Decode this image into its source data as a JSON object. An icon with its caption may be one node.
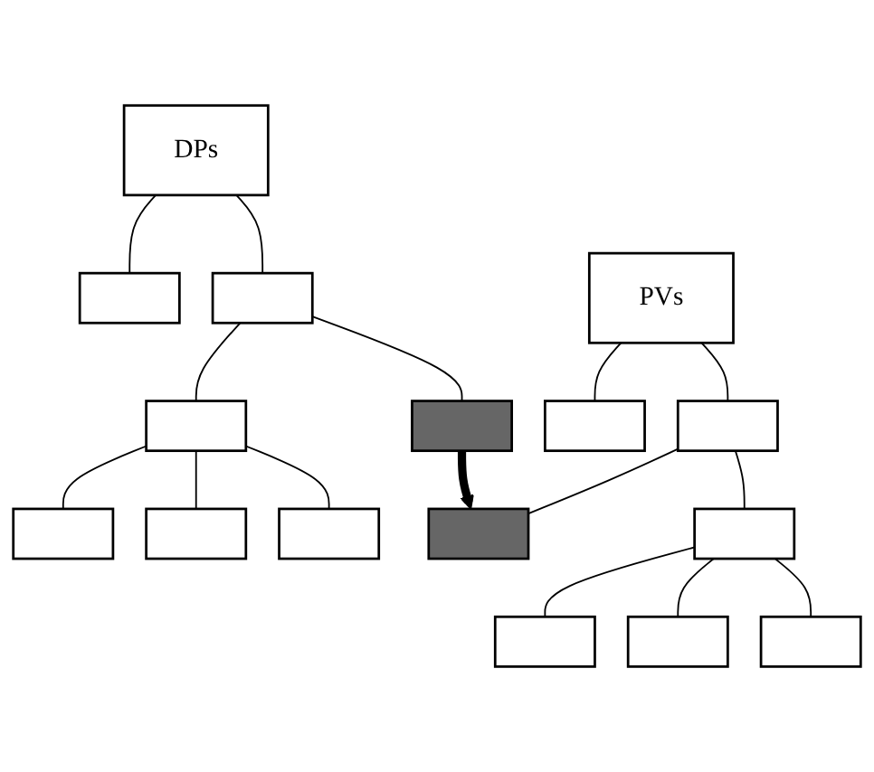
{
  "diagram": {
    "nodes": [
      {
        "text": [
          "DPs"
        ]
      },
      {
        "text": [],
        "shape": "box"
      },
      {
        "text": [],
        "shape": "box"
      },
      {
        "text": [],
        "shape": "box"
      },
      {
        "text": [],
        "shape": "box"
      },
      {
        "text": [],
        "shape": "box"
      },
      {
        "text": [],
        "shape": "box"
      },
      {
        "text": [],
        "shape": "box"
      },
      {
        "text": [
          "PVs"
        ]
      },
      {
        "text": [],
        "shape": "box"
      },
      {
        "text": [],
        "shape": "box"
      },
      {
        "text": [],
        "shape": "box"
      },
      {
        "text": [],
        "shape": "box"
      },
      {
        "text": [],
        "shape": "box"
      },
      {
        "text": [],
        "shape": "box"
      },
      {
        "text": [],
        "shape": "box"
      }
    ],
    "edges": [
      {
        "from": 0,
        "to": 1,
        "arrow": "none"
      },
      {
        "from": 0,
        "to": 2,
        "arrow": "none"
      },
      {
        "from": 2,
        "to": 3,
        "arrow": "none"
      },
      {
        "from": 2,
        "to": 4,
        "arrow": "none"
      },
      {
        "from": 4,
        "to": 5,
        "arrow": "none"
      },
      {
        "from": 4,
        "to": 6,
        "arrow": "none"
      },
      {
        "from": 4,
        "to": 7,
        "arrow": "none"
      },
      {
        "from": 8,
        "to": 9,
        "arrow": "none"
      },
      {
        "from": 8,
        "to": 10,
        "arrow": "none"
      },
      {
        "from": 10,
        "to": 11,
        "arrow": "none"
      },
      {
        "from": 10,
        "to": 12,
        "arrow": "none"
      },
      {
        "from": 12,
        "to": 13,
        "arrow": "none"
      },
      {
        "from": 12,
        "to": 14,
        "arrow": "none"
      },
      {
        "from": 12,
        "to": 15,
        "arrow": "none"
      },
      {
        "from": 3,
        "to": 11,
        "arrow": "to",
        "style": "thick"
      }
    ]
  }
}
